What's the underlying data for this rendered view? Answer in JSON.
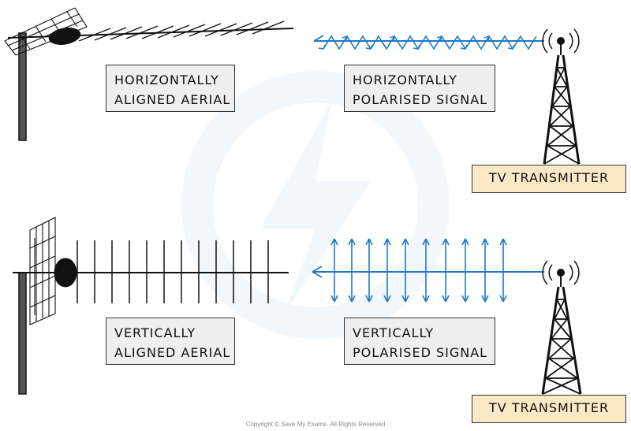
{
  "top": {
    "aerial_label": [
      "HORIZONTALLY",
      "ALIGNED AERIAL"
    ],
    "signal_label": [
      "HORIZONTALLY",
      "POLARISED SIGNAL"
    ],
    "transmitter_label": "TV TRANSMITTER"
  },
  "bottom": {
    "aerial_label": [
      "VERTICALLY",
      "ALIGNED AERIAL"
    ],
    "signal_label": [
      "VERTICALLY",
      "POLARISED SIGNAL"
    ],
    "transmitter_label": "TV TRANSMITTER"
  },
  "copyright": "Copyright © Save My Exams. All Rights Reserved",
  "colors": {
    "signal": "#1f78c8",
    "label_bg": "#efefef",
    "transmitter_bg": "#fbe9c6",
    "line": "#111111"
  }
}
